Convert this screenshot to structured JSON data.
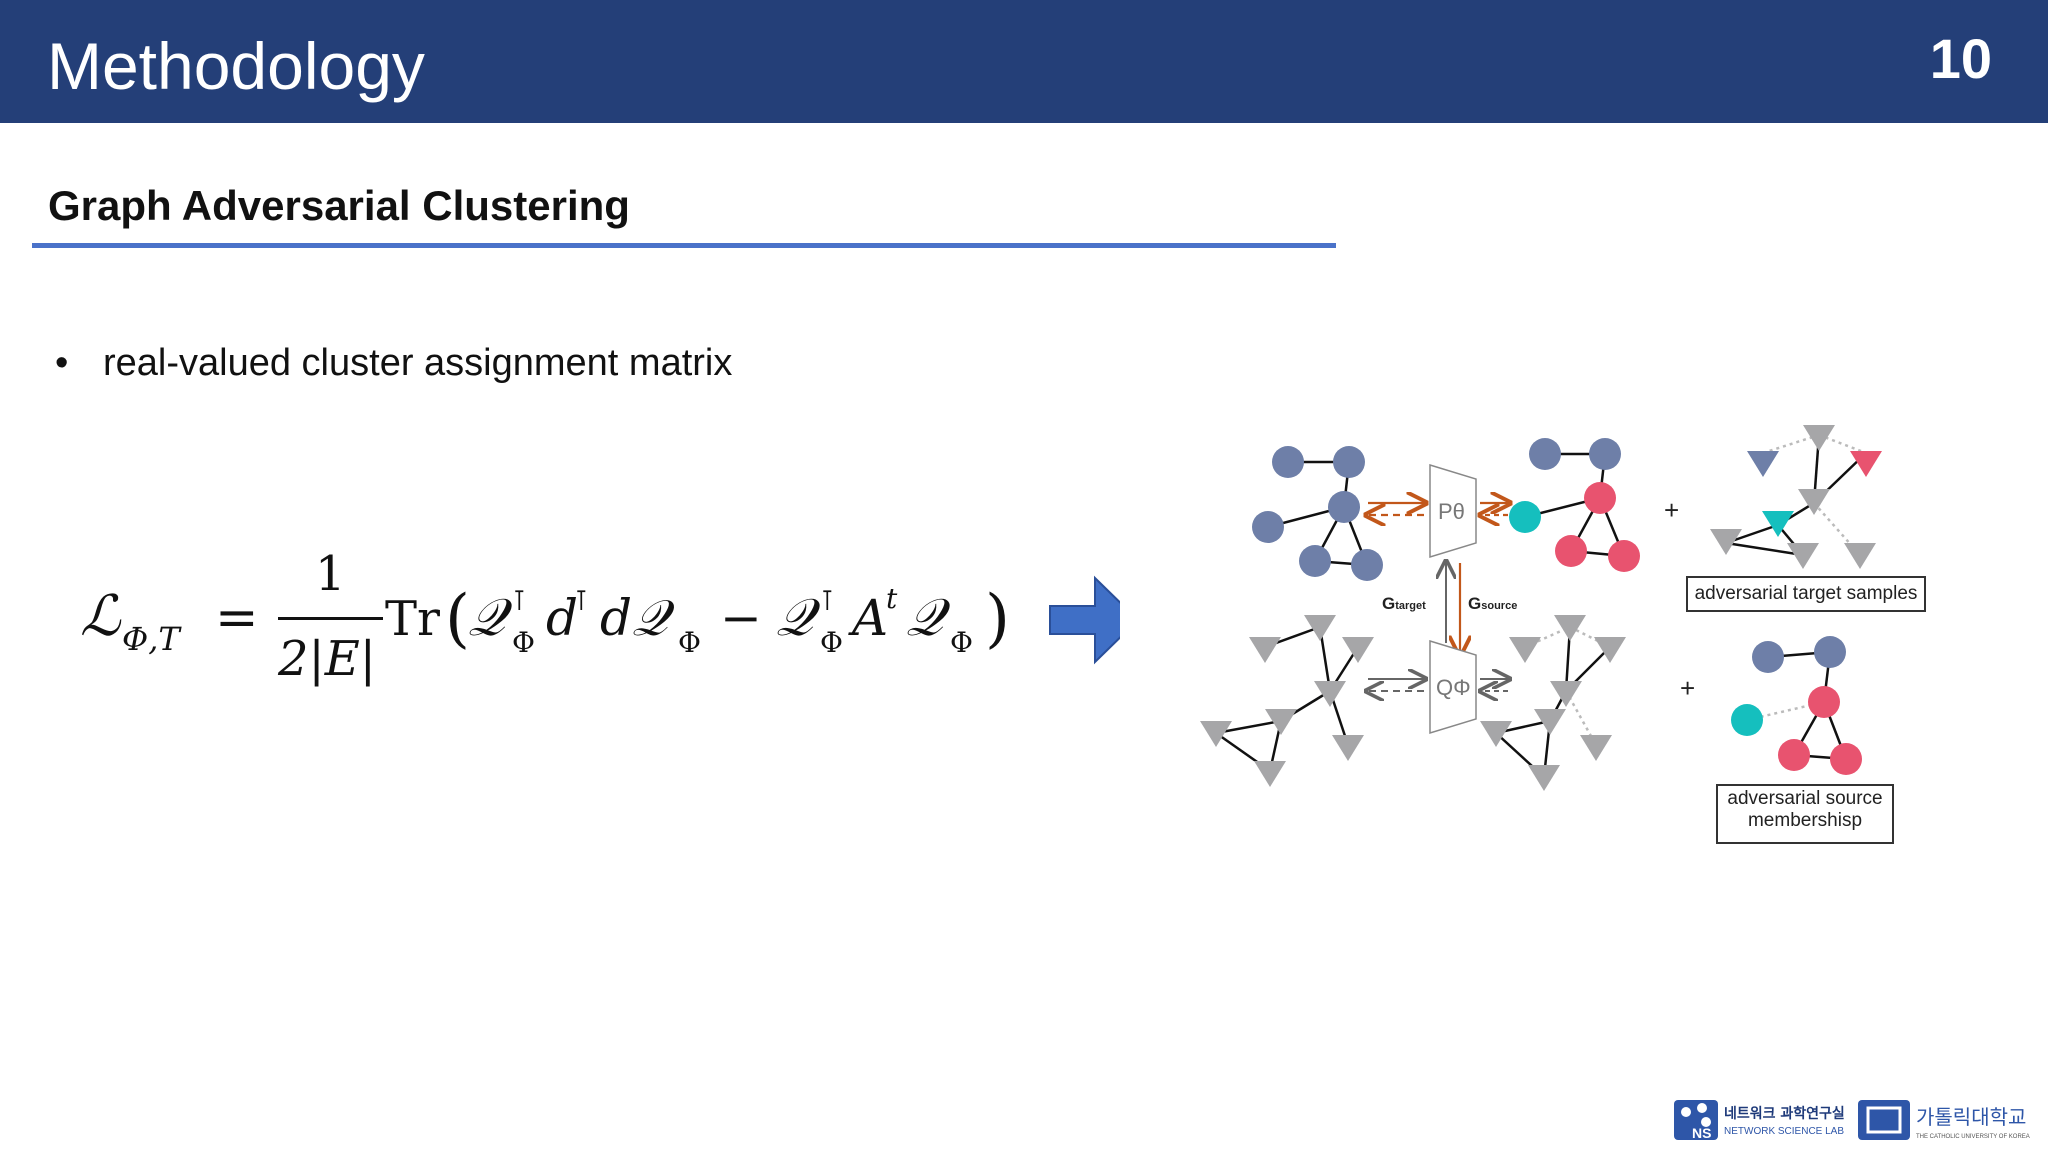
{
  "slide": {
    "title": "Methodology",
    "page_number": "10",
    "section_title": "Graph Adversarial Clustering",
    "bullet": "real-valued cluster assignment matrix"
  },
  "formula": {
    "lhs": "ℒ",
    "lhs_sub": "Φ,T",
    "equals": "=",
    "numerator": "1",
    "denominator": "2|E|",
    "tr": "Tr",
    "body_1": "𝒬",
    "body_2": "d",
    "body_3": "d𝒬",
    "minus": "−",
    "body_4": "𝒬",
    "body_5": "A",
    "body_5_sup": "t",
    "body_6": "𝒬",
    "sub_phi": "Φ",
    "sup_T": "⊺"
  },
  "diagram": {
    "p_label": "Pθ",
    "q_label": "QΦ",
    "g_target": "G",
    "g_target_sub": "target",
    "g_source": "G",
    "g_source_sub": "source",
    "plus_top": "+",
    "plus_bottom": "+",
    "box_target": "adversarial target samples",
    "box_source": "adversarial source membershisp"
  },
  "logos": {
    "lab_kr": "네트워크 과학연구실",
    "lab_en": "NETWORK SCIENCE LAB",
    "ns": "NS",
    "univ_kr": "가톨릭대학교",
    "univ_en": "THE CATHOLIC UNIVERSITY OF KOREA"
  },
  "colors": {
    "header": "#243F78",
    "rule": "#4A72C9",
    "arrow": "#3F6FC6",
    "node_blue": "#6E7FA8",
    "node_red": "#E8536F",
    "node_cyan": "#15BFBE",
    "triangle_gray": "#A6A6A8",
    "arrow_orange": "#C2571A"
  }
}
